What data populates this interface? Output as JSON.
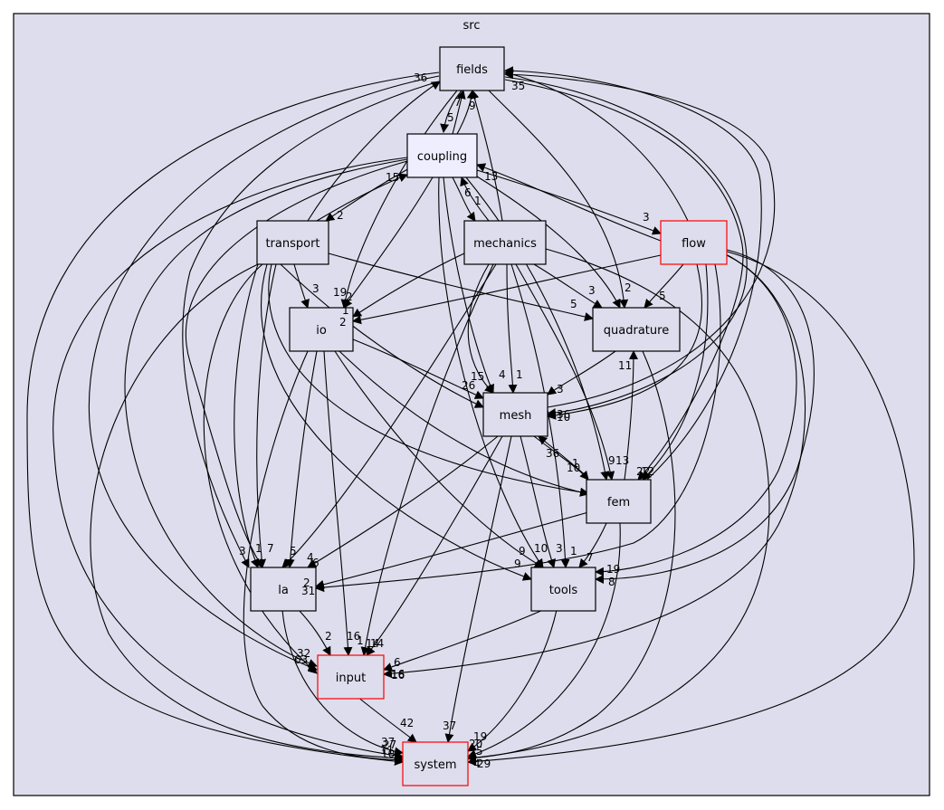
{
  "cluster": {
    "label": "src"
  },
  "colors": {
    "cluster_fill": "#dddded",
    "node_fill": "#dddded",
    "focus_fill": "#eeeeff",
    "border": "#000000",
    "external_border": "#ff0000"
  },
  "nodes": [
    {
      "id": "fields",
      "label": "fields",
      "style": "normal"
    },
    {
      "id": "coupling",
      "label": "coupling",
      "style": "focus"
    },
    {
      "id": "transport",
      "label": "transport",
      "style": "normal"
    },
    {
      "id": "mechanics",
      "label": "mechanics",
      "style": "normal"
    },
    {
      "id": "flow",
      "label": "flow",
      "style": "external"
    },
    {
      "id": "io",
      "label": "io",
      "style": "normal"
    },
    {
      "id": "quadrature",
      "label": "quadrature",
      "style": "normal"
    },
    {
      "id": "mesh",
      "label": "mesh",
      "style": "normal"
    },
    {
      "id": "fem",
      "label": "fem",
      "style": "normal"
    },
    {
      "id": "la",
      "label": "la",
      "style": "normal"
    },
    {
      "id": "tools",
      "label": "tools",
      "style": "normal"
    },
    {
      "id": "input",
      "label": "input",
      "style": "external"
    },
    {
      "id": "system",
      "label": "system",
      "style": "external"
    }
  ],
  "edge_labels": [
    "36",
    "35",
    "7",
    "9",
    "5",
    "15",
    "2",
    "13",
    "6",
    "1",
    "3",
    "5",
    "1",
    "2",
    "3",
    "19",
    "2",
    "3",
    "2",
    "5",
    "15",
    "4",
    "1",
    "26",
    "3",
    "11",
    "36",
    "10",
    "36",
    "1",
    "9",
    "13",
    "10",
    "22",
    "12",
    "3",
    "1",
    "7",
    "5",
    "4",
    "6",
    "9",
    "9",
    "10",
    "3",
    "1",
    "7",
    "19",
    "8",
    "2",
    "31",
    "32",
    "16",
    "14",
    "63",
    "2",
    "16",
    "1",
    "14",
    "6",
    "16",
    "42",
    "37",
    "19",
    "20",
    "5",
    "29",
    "4",
    "37",
    "27",
    "11",
    "10"
  ]
}
